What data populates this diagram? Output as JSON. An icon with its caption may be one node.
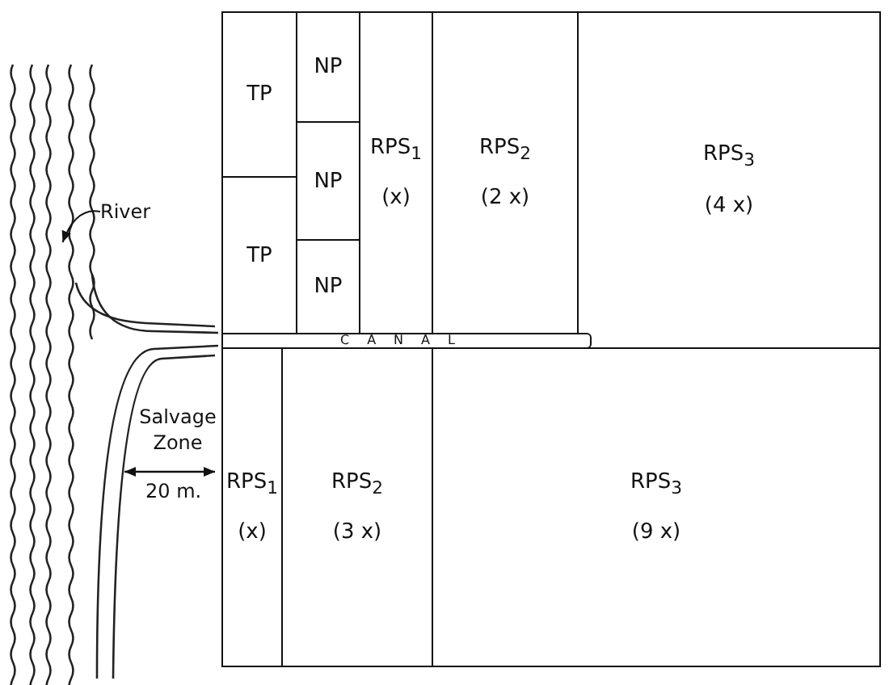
{
  "diagram": {
    "nodes": [
      {
        "text": [],
        "shape": "picture"
      },
      {
        "text": [
          "River"
        ]
      },
      {
        "text": [
          "TP"
        ]
      },
      {
        "text": [
          "TP"
        ]
      },
      {
        "text": [
          "NP"
        ]
      },
      {
        "text": [
          "NP"
        ]
      },
      {
        "text": [
          "NP"
        ]
      },
      {
        "text": [
          "RPS$_{1}$",
          "(x)"
        ]
      },
      {
        "text": [
          "RPS$_{2}$",
          "(2 x)"
        ]
      },
      {
        "text": [
          "RPS$_{3}$",
          "(4 x)"
        ]
      },
      {
        "text": [
          "CANAL"
        ]
      },
      {
        "text": [
          "RPS$_{1}$",
          "(x)"
        ]
      },
      {
        "text": [
          "RPS$_{2}$",
          "(3 x)"
        ]
      },
      {
        "text": [
          "RPS$_{3}$",
          "(9 x)"
        ]
      }
    ],
    "edges": [
      {
        "from": 1,
        "to": 0,
        "arrow": "to"
      }
    ],
    "labels": [
      "Salvage Zone",
      "20 m."
    ]
  }
}
